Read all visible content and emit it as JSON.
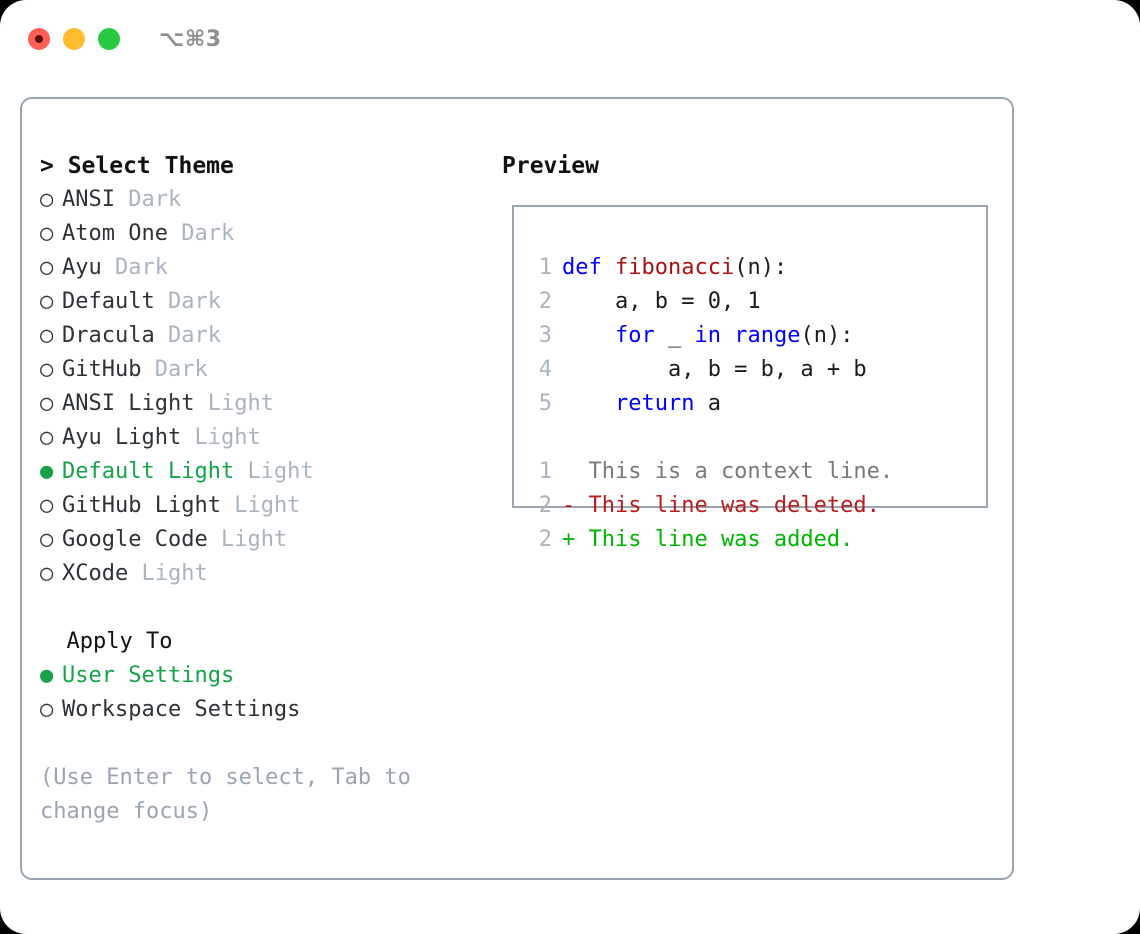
{
  "titlebar": {
    "shortcut": "⌥⌘3",
    "buttons": [
      {
        "name": "close",
        "color": "#ff5f57"
      },
      {
        "name": "minimize",
        "color": "#febc2e"
      },
      {
        "name": "maximize",
        "color": "#28c840"
      }
    ]
  },
  "left": {
    "title": "> Select Theme",
    "themes": [
      {
        "bullet": "○",
        "name": "ANSI",
        "mode": "Dark",
        "selected": false
      },
      {
        "bullet": "○",
        "name": "Atom One",
        "mode": "Dark",
        "selected": false
      },
      {
        "bullet": "○",
        "name": "Ayu",
        "mode": "Dark",
        "selected": false
      },
      {
        "bullet": "○",
        "name": "Default",
        "mode": "Dark",
        "selected": false
      },
      {
        "bullet": "○",
        "name": "Dracula",
        "mode": "Dark",
        "selected": false
      },
      {
        "bullet": "○",
        "name": "GitHub",
        "mode": "Dark",
        "selected": false
      },
      {
        "bullet": "○",
        "name": "ANSI Light",
        "mode": "Light",
        "selected": false
      },
      {
        "bullet": "○",
        "name": "Ayu Light",
        "mode": "Light",
        "selected": false
      },
      {
        "bullet": "●",
        "name": "Default Light",
        "mode": "Light",
        "selected": true
      },
      {
        "bullet": "○",
        "name": "GitHub Light",
        "mode": "Light",
        "selected": false
      },
      {
        "bullet": "○",
        "name": "Google Code",
        "mode": "Light",
        "selected": false
      },
      {
        "bullet": "○",
        "name": "XCode",
        "mode": "Light",
        "selected": false
      }
    ],
    "apply_to_heading": "  Apply To",
    "apply_to": [
      {
        "bullet": "●",
        "label": "User Settings",
        "selected": true
      },
      {
        "bullet": "○",
        "label": "Workspace Settings",
        "selected": false
      }
    ],
    "hint": "(Use Enter to select, Tab to change focus)"
  },
  "right": {
    "title": "Preview",
    "code_lines": [
      {
        "num": "1",
        "tokens": [
          {
            "t": "def ",
            "c": "kw"
          },
          {
            "t": "fibonacci",
            "c": "fn"
          },
          {
            "t": "(n):",
            "c": "plain"
          }
        ]
      },
      {
        "num": "2",
        "tokens": [
          {
            "t": "    a, b = 0, 1",
            "c": "plain"
          }
        ]
      },
      {
        "num": "3",
        "tokens": [
          {
            "t": "    ",
            "c": "plain"
          },
          {
            "t": "for",
            "c": "kw"
          },
          {
            "t": " _ ",
            "c": "plain"
          },
          {
            "t": "in",
            "c": "kw"
          },
          {
            "t": " ",
            "c": "plain"
          },
          {
            "t": "range",
            "c": "kw"
          },
          {
            "t": "(n):",
            "c": "plain"
          }
        ]
      },
      {
        "num": "4",
        "tokens": [
          {
            "t": "        a, b = b, a + b",
            "c": "plain"
          }
        ]
      },
      {
        "num": "5",
        "tokens": [
          {
            "t": "    ",
            "c": "plain"
          },
          {
            "t": "return",
            "c": "kw"
          },
          {
            "t": " a",
            "c": "plain"
          }
        ]
      }
    ],
    "diff_lines": [
      {
        "num": "1",
        "text": "  This is a context line.",
        "kind": "diff-ctx"
      },
      {
        "num": "2",
        "text": "- This line was deleted.",
        "kind": "diff-del"
      },
      {
        "num": "2",
        "text": "+ This line was added.",
        "kind": "diff-add"
      }
    ]
  },
  "colors": {
    "accent_green": "#16a34a",
    "muted": "#aab4bf",
    "hint": "#9aa5b1",
    "keyword_blue": "#0000ff",
    "function_red": "#a31515",
    "diff_deleted": "#b91c1c",
    "diff_added": "#00b400",
    "panel_border": "#9aa5b1"
  }
}
